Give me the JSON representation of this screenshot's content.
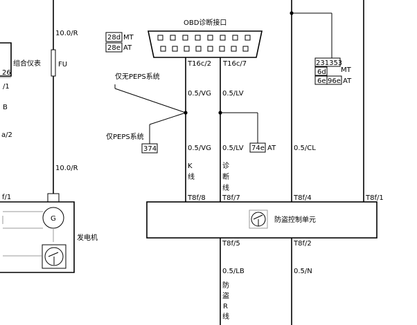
{
  "obd": {
    "title": "OBD诊断接口",
    "pin_left": "T16c/2",
    "pin_right": "T16c/7",
    "variant_box_1": "28d",
    "variant_label_1": "MT",
    "variant_box_2": "28e",
    "variant_label_2": "AT"
  },
  "left_panel": {
    "cluster_label": "组合仪表",
    "cluster_pin": "26",
    "pin_1": "/1",
    "pin_b": "B",
    "pin_a2": "a/2",
    "pin_f1": "f/1",
    "generator_label": "发电机",
    "generator_symbol": "G"
  },
  "fuse_wire": {
    "top_wire": "10.0/R",
    "fuse_label": "FU",
    "bottom_wire": "10.0/R"
  },
  "peps": {
    "no_peps_label": "仅无PEPS系统",
    "peps_label": "仅PEPS系统",
    "peps_box": "374"
  },
  "k_line": {
    "wire_top": "0.5/VG",
    "wire_bottom": "0.5/VG",
    "label_c1": "K",
    "label_c2": "线",
    "pin": "T8f/8"
  },
  "diag_line": {
    "wire_top": "0.5/LV",
    "wire_bottom": "0.5/LV",
    "box": "74e",
    "box_label": "AT",
    "label_c1": "诊",
    "label_c2": "断",
    "label_c3": "线",
    "pin_top": "T8f/7",
    "pin_bottom": "T8f/5",
    "wire_lower": "0.5/LB",
    "lower_c1": "防",
    "lower_c2": "盗",
    "lower_c3": "R",
    "lower_c4": "线"
  },
  "cl_line": {
    "wire": "0.5/CL",
    "pin_top": "T8f/4",
    "pin_bottom": "T8f/2",
    "wire_lower": "0.5/N"
  },
  "right_line": {
    "pin": "T8f/1",
    "box_a": "231353",
    "label_a": "MT",
    "box_b1": "6d",
    "box_c1": "6e",
    "box_c2": "96e",
    "label_c": "AT"
  },
  "control_unit": {
    "label": "防盗控制单元"
  }
}
